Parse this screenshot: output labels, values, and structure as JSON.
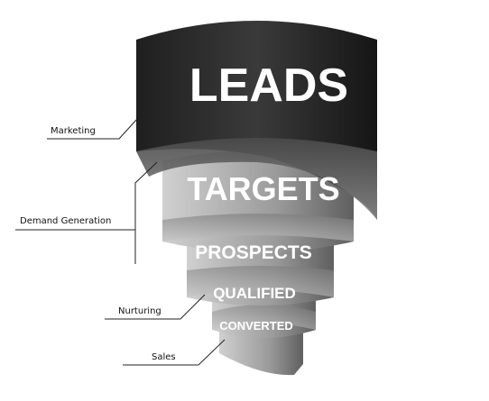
{
  "funnel": {
    "tiers": [
      {
        "label": "LEADS",
        "color": "#2b2b2b"
      },
      {
        "label": "TARGETS",
        "color": "#9a9a9a"
      },
      {
        "label": "PROSPECTS",
        "color": "#8e8e8e"
      },
      {
        "label": "QUALIFIED",
        "color": "#9c9c9c"
      },
      {
        "label": "CONVERTED",
        "color": "#a8a8a8"
      }
    ]
  },
  "stages": [
    {
      "label": "Marketing"
    },
    {
      "label": "Demand Generation"
    },
    {
      "label": "Nurturing"
    },
    {
      "label": "Sales"
    }
  ]
}
